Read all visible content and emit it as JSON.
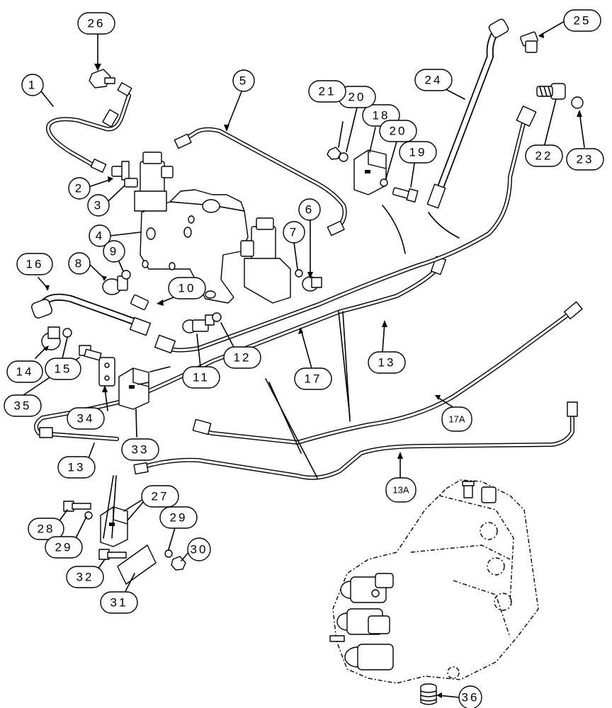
{
  "callouts": [
    {
      "id": "c1",
      "label": "1"
    },
    {
      "id": "c2",
      "label": "2"
    },
    {
      "id": "c3",
      "label": "3"
    },
    {
      "id": "c4",
      "label": "4"
    },
    {
      "id": "c5",
      "label": "5"
    },
    {
      "id": "c6",
      "label": "6"
    },
    {
      "id": "c7",
      "label": "7"
    },
    {
      "id": "c8",
      "label": "8"
    },
    {
      "id": "c9",
      "label": "9"
    },
    {
      "id": "c10",
      "label": "10"
    },
    {
      "id": "c11",
      "label": "11"
    },
    {
      "id": "c12",
      "label": "12"
    },
    {
      "id": "c13a",
      "label": "13"
    },
    {
      "id": "c13b",
      "label": "13"
    },
    {
      "id": "c13A",
      "label": "13A"
    },
    {
      "id": "c14",
      "label": "14"
    },
    {
      "id": "c15",
      "label": "15"
    },
    {
      "id": "c16",
      "label": "16"
    },
    {
      "id": "c17",
      "label": "17"
    },
    {
      "id": "c17A",
      "label": "17A"
    },
    {
      "id": "c18",
      "label": "18"
    },
    {
      "id": "c19",
      "label": "19"
    },
    {
      "id": "c20a",
      "label": "20"
    },
    {
      "id": "c20b",
      "label": "20"
    },
    {
      "id": "c21",
      "label": "21"
    },
    {
      "id": "c22",
      "label": "22"
    },
    {
      "id": "c23",
      "label": "23"
    },
    {
      "id": "c24",
      "label": "24"
    },
    {
      "id": "c25",
      "label": "25"
    },
    {
      "id": "c26",
      "label": "26"
    },
    {
      "id": "c27",
      "label": "27"
    },
    {
      "id": "c28",
      "label": "28"
    },
    {
      "id": "c29a",
      "label": "29"
    },
    {
      "id": "c29b",
      "label": "29"
    },
    {
      "id": "c30",
      "label": "30"
    },
    {
      "id": "c31",
      "label": "31"
    },
    {
      "id": "c32",
      "label": "32"
    },
    {
      "id": "c33",
      "label": "33"
    },
    {
      "id": "c34",
      "label": "34"
    },
    {
      "id": "c35",
      "label": "35"
    },
    {
      "id": "c36",
      "label": "36"
    }
  ]
}
